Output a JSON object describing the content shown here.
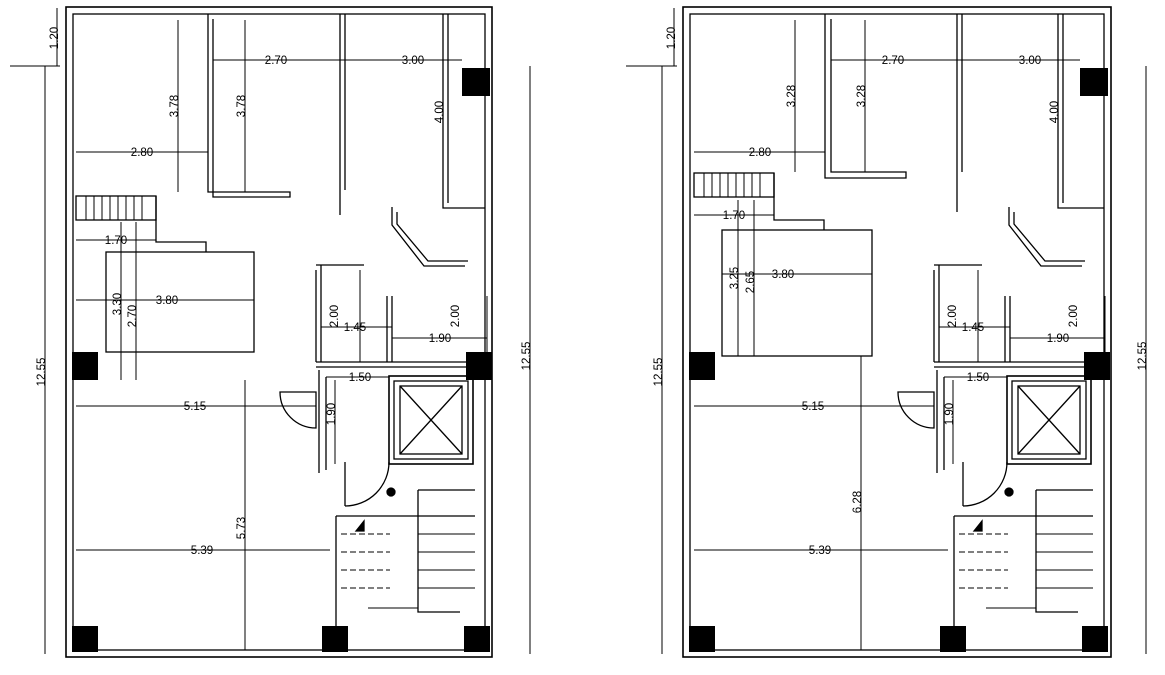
{
  "plans": [
    {
      "id": "left",
      "dims": {
        "top_offset": "1.20",
        "overall": "12.55",
        "right_overall": "12.55",
        "w_mid": "2.70",
        "w_right": "3.00",
        "h_room1": "3.78",
        "h_room2": "3.78",
        "h_right_room": "4.00",
        "w_kitchen": "2.80",
        "w_stair_small": "1.70",
        "h_living_a": "3.30",
        "h_living_b": "2.70",
        "w_living": "3.80",
        "h_bath1": "2.00",
        "h_bath2": "2.00",
        "w_bath1": "1.45",
        "w_bath2": "1.90",
        "w_lobby": "1.50",
        "h_lobby": "1.90",
        "w_hall": "5.15",
        "h_hall": "5.73",
        "w_bottom": "5.39"
      }
    },
    {
      "id": "right",
      "dims": {
        "top_offset": "1.20",
        "overall": "12.55",
        "right_overall": "12.55",
        "w_mid": "2.70",
        "w_right": "3.00",
        "h_room1": "3.28",
        "h_room2": "3.28",
        "h_right_room": "4.00",
        "w_kitchen": "2.80",
        "w_stair_small": "1.70",
        "h_living_a": "3.25",
        "h_living_b": "2.65",
        "w_living": "3.80",
        "h_bath1": "2.00",
        "h_bath2": "2.00",
        "w_bath1": "1.45",
        "w_bath2": "1.90",
        "w_lobby": "1.50",
        "h_lobby": "1.90",
        "w_hall": "5.15",
        "h_hall": "6.28",
        "w_bottom": "5.39"
      }
    }
  ]
}
